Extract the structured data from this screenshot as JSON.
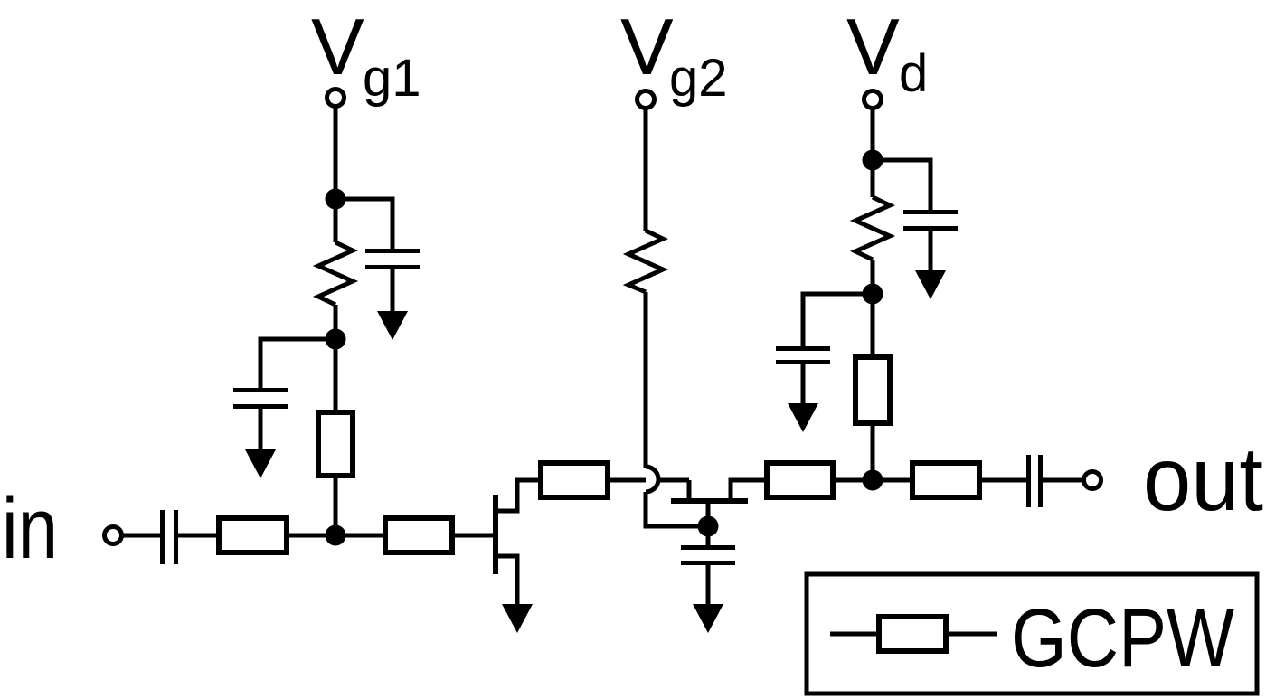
{
  "figure": {
    "type": "circuit-schematic",
    "description": "Two-stage cascode amplifier schematic using GCPW transmission lines",
    "colors": {
      "background": "#ffffff",
      "ink": "#000000"
    },
    "supply_labels": {
      "vg1_base": "V",
      "vg1_sub": "g1",
      "vg2_base": "V",
      "vg2_sub": "g2",
      "vd_base": "V",
      "vd_sub": "d"
    },
    "port_labels": {
      "input": "in",
      "output": "out"
    },
    "legend": {
      "label": "GCPW"
    },
    "components": {
      "transistors": 2,
      "gcpw_sections": 7,
      "resistors": 3,
      "shunt_capacitors": 5,
      "series_capacitors": 2,
      "ground_symbols": 6,
      "dc_terminals": 3,
      "rf_ports": 2
    }
  }
}
